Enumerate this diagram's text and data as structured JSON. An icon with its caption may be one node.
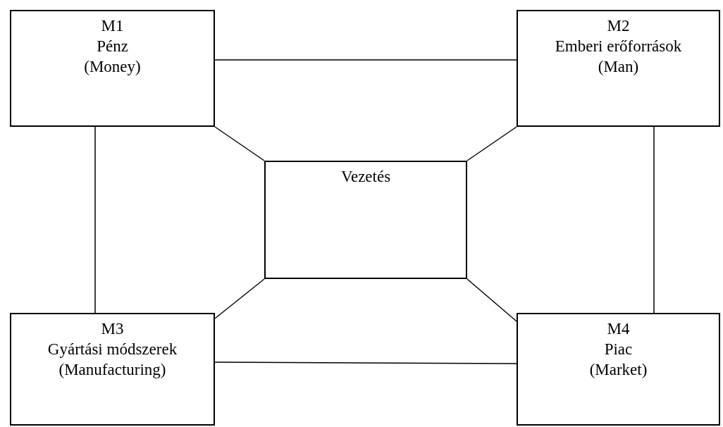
{
  "diagram": {
    "nodes": [
      {
        "text": [
          "M1",
          "Pénz",
          "(Money)"
        ]
      },
      {
        "text": [
          "M2",
          "Emberi erőforrások",
          "(Man)"
        ]
      },
      {
        "text": [
          "Vezetés"
        ]
      },
      {
        "text": [
          "M3",
          "Gyártási módszerek",
          "(Manufacturing)"
        ]
      },
      {
        "text": [
          "M4",
          "Piac",
          "(Market)"
        ]
      }
    ],
    "edges": [
      {
        "from": 0,
        "to": 1,
        "arrow": "none"
      },
      {
        "from": 0,
        "to": 3,
        "arrow": "none"
      },
      {
        "from": 1,
        "to": 4,
        "arrow": "none"
      },
      {
        "from": 3,
        "to": 4,
        "arrow": "none"
      },
      {
        "from": 0,
        "to": 2,
        "arrow": "none"
      },
      {
        "from": 1,
        "to": 2,
        "arrow": "none"
      },
      {
        "from": 2,
        "to": 3,
        "arrow": "none"
      },
      {
        "from": 2,
        "to": 4,
        "arrow": "none"
      }
    ]
  }
}
